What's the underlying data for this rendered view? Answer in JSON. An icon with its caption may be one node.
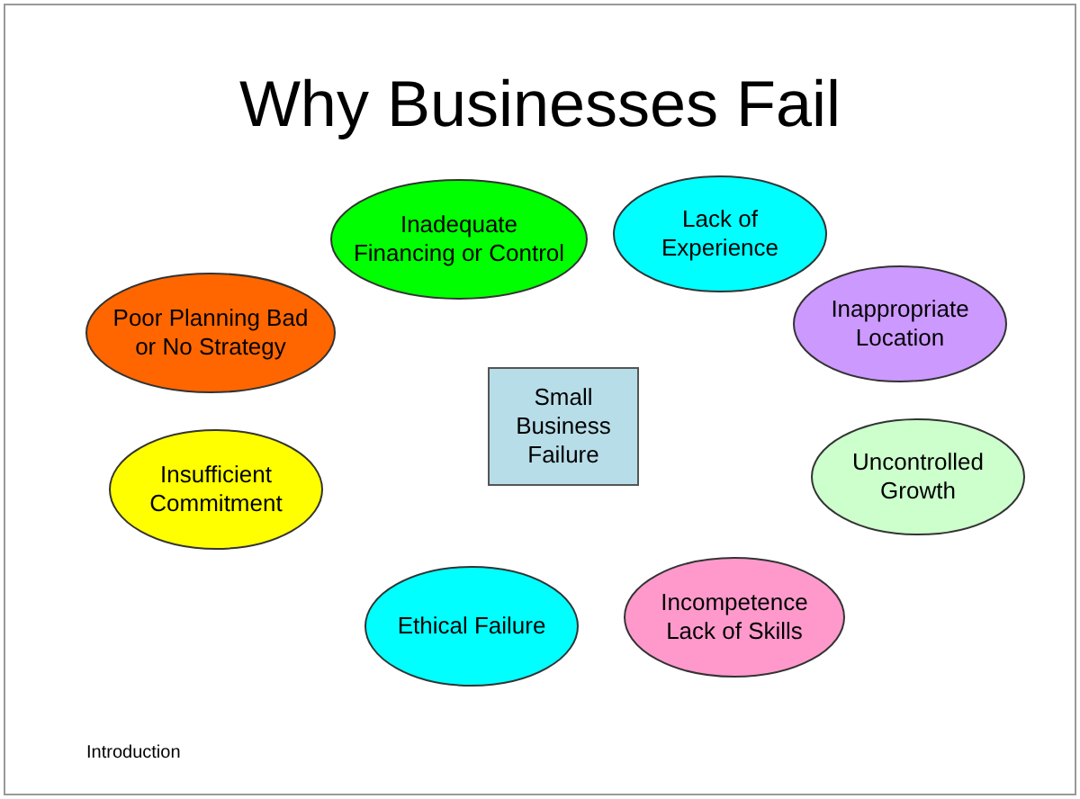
{
  "diagram": {
    "title": "Why Businesses Fail",
    "nodes": [
      {
        "text": [
          "Inadequate Financing or Control"
        ]
      },
      {
        "text": [
          "Lack of Experience"
        ]
      },
      {
        "text": [
          "Poor Planning Bad or No Strategy"
        ]
      },
      {
        "text": [
          "Inappropriate Location"
        ]
      },
      {
        "text": [
          "Small Business Failure"
        ]
      },
      {
        "text": [
          "Insufficient Commitment"
        ]
      },
      {
        "text": [
          "Uncontrolled Growth"
        ]
      },
      {
        "text": [
          "Ethical Failure"
        ]
      },
      {
        "text": [
          "Incompetence Lack of Skills"
        ]
      }
    ],
    "labels": [
      "Introduction"
    ]
  }
}
